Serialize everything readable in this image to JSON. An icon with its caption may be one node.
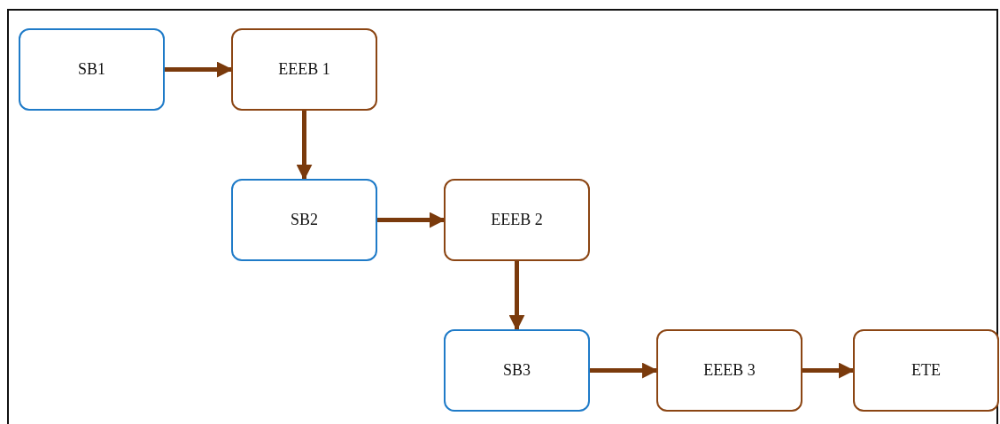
{
  "diagram": {
    "nodes": [
      {
        "text": [
          "SB1"
        ]
      },
      {
        "text": [
          "EEEB 1"
        ]
      },
      {
        "text": [
          "SB2"
        ]
      },
      {
        "text": [
          "EEEB 2"
        ]
      },
      {
        "text": [
          "SB3"
        ]
      },
      {
        "text": [
          "EEEB 3"
        ]
      },
      {
        "text": [
          "ETE"
        ]
      }
    ],
    "edges": [
      {
        "from": 0,
        "to": 1,
        "arrow": "to"
      },
      {
        "from": 1,
        "to": 2,
        "arrow": "to"
      },
      {
        "from": 2,
        "to": 3,
        "arrow": "to"
      },
      {
        "from": 3,
        "to": 4,
        "arrow": "to"
      },
      {
        "from": 4,
        "to": 5,
        "arrow": "to"
      },
      {
        "from": 5,
        "to": 6,
        "arrow": "to"
      }
    ]
  }
}
